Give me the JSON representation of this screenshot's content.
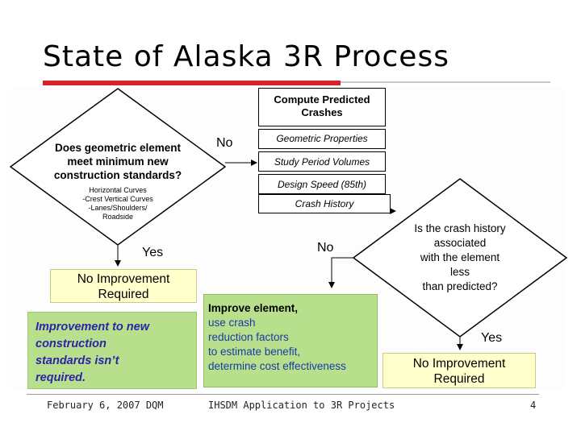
{
  "slide": {
    "title": "State of Alaska 3R Process"
  },
  "diamond1": {
    "question": [
      "Does geometric element",
      "meet minimum new",
      "construction standards?"
    ],
    "sublist": [
      "Horizontal Curves",
      "-Crest Vertical Curves",
      "-Lanes/Shoulders/",
      "Roadside"
    ]
  },
  "compute": {
    "header": [
      "Compute Predicted",
      "Crashes"
    ],
    "items": [
      "Geometric Properties",
      "Study Period Volumes",
      "Design Speed (85th)",
      "Crash History"
    ]
  },
  "labels": {
    "no1": "No",
    "yes1": "Yes",
    "no2": "No",
    "yes2": "Yes"
  },
  "diamond2": {
    "question": [
      "Is the crash history",
      "associated",
      "with the element",
      "less",
      "than predicted?"
    ]
  },
  "no_improvement_left": [
    "No Improvement",
    "Required"
  ],
  "no_improvement_right": [
    "No Improvement",
    "Required"
  ],
  "improve": {
    "first": "Improve element,",
    "rest": [
      "use crash",
      "reduction factors",
      "to estimate benefit,",
      "determine cost effectiveness"
    ]
  },
  "callout": [
    "Improvement to new",
    "construction",
    "standards isn’t",
    "required."
  ],
  "footer": {
    "date": "February 6, 2007 DQM",
    "center": "IHSDM Application to 3R Projects",
    "page": "4"
  },
  "colors": {
    "accent_red": "#d8232a",
    "box_yellow": "#ffffcc",
    "box_green": "#b8e08c",
    "callout_blue": "#2d22a8"
  }
}
